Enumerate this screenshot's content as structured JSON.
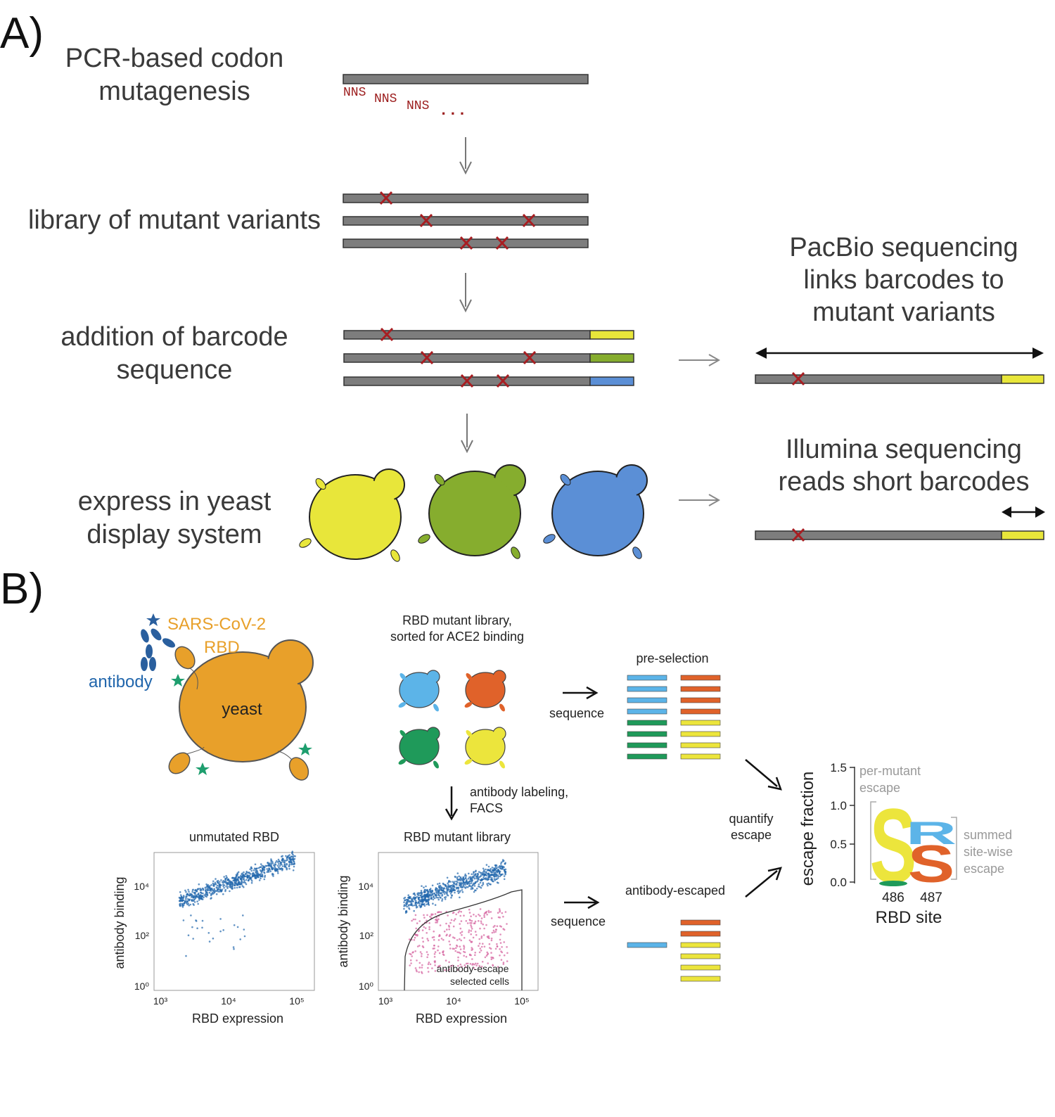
{
  "panel_a": {
    "label": "A)",
    "step1": [
      "PCR-based codon",
      "mutagenesis"
    ],
    "nns": [
      "NNS",
      "NNS",
      "NNS",
      "..."
    ],
    "step2": "library of mutant variants",
    "step3": [
      "addition of barcode",
      "sequence"
    ],
    "step4": [
      "express in yeast",
      "display system"
    ],
    "pacbio": [
      "PacBio sequencing",
      "links barcodes to",
      "mutant variants"
    ],
    "illumina": [
      "Illumina sequencing",
      "reads short barcodes"
    ]
  },
  "panel_b": {
    "label": "B)",
    "rbd_label": [
      "SARS-CoV-2",
      "RBD"
    ],
    "antibody_label": "antibody",
    "yeast_label": "yeast",
    "library_label": [
      "RBD mutant library,",
      "sorted for ACE2 binding"
    ],
    "sequence_top": "sequence",
    "pre_selection": "pre-selection",
    "labeling": [
      "antibody labeling,",
      "FACS"
    ],
    "quantify": [
      "quantify",
      "escape"
    ],
    "sequence_bottom": "sequence",
    "antibody_escaped": "antibody-escaped",
    "plot1_title": "unmutated RBD",
    "plot2_title": "RBD mutant library",
    "y_axis": "antibody binding",
    "x_axis": "RBD expression",
    "x_ticks": [
      "10³",
      "10⁴",
      "10⁵"
    ],
    "y_ticks": [
      "10⁴",
      "10²",
      "10⁰"
    ],
    "gate_label": [
      "antibody-escape",
      "selected cells"
    ],
    "logo": {
      "y_label": "escape fraction",
      "y_ticks": [
        "1.5",
        "1.0",
        "0.5",
        "0.0"
      ],
      "per_mutant": [
        "per-mutant",
        "escape"
      ],
      "summed": [
        "summed",
        "site-wise",
        "escape"
      ],
      "x_label": "RBD site",
      "sites": [
        "486",
        "487"
      ],
      "letters": [
        {
          "site": "486",
          "letter": "S",
          "height": 1.0
        },
        {
          "site": "487",
          "letter": "R",
          "height": 0.3
        },
        {
          "site": "487",
          "letter": "S",
          "height": 0.5
        }
      ]
    }
  },
  "colors": {
    "yellow": "#e8e63a",
    "green": "#86ad2e",
    "blue": "#5b8fd6",
    "red_x": "#a81e22",
    "orange": "#e8a02a",
    "dark_blue": "#2166ac",
    "pink": "#d4609c",
    "teal": "#1e9e6e",
    "light_blue": "#5cb4e8",
    "red_orange": "#e0622a",
    "lib_green": "#1f9a5a",
    "lib_yellow": "#ece53c"
  }
}
